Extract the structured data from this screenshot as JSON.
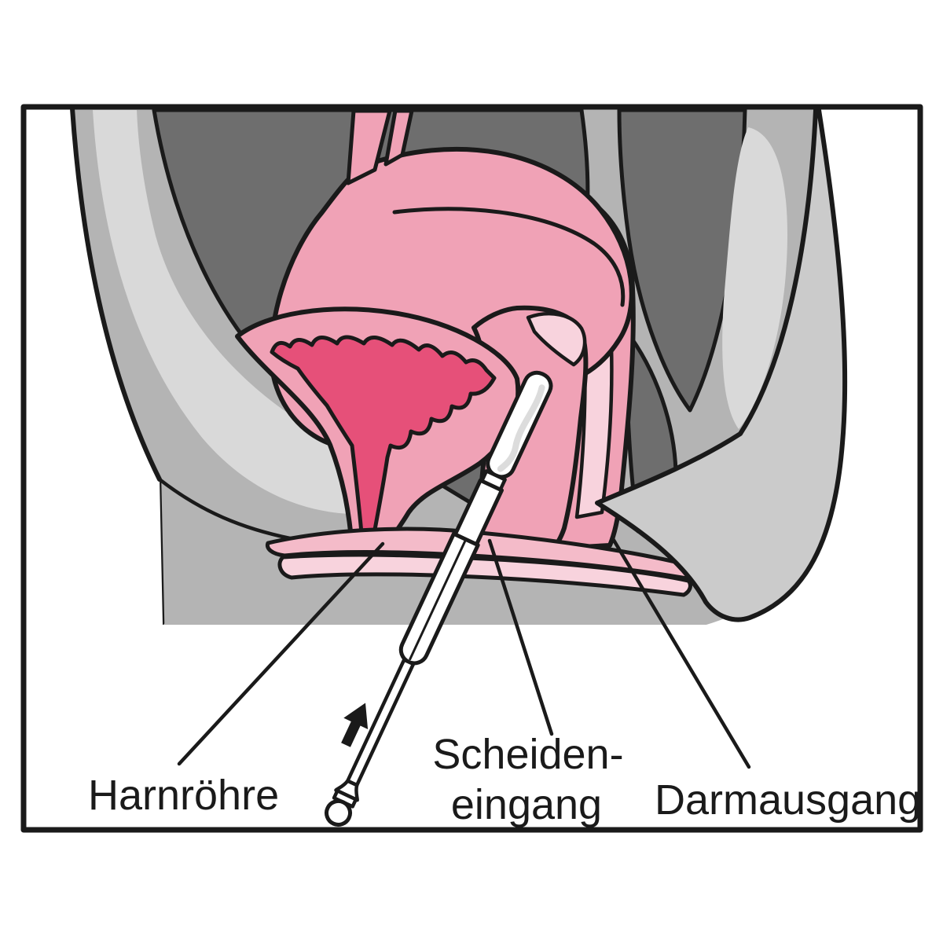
{
  "figure": {
    "kind": "anatomical cross-section diagram with tampon applicator"
  },
  "labels": {
    "urethra": "Harnröhre",
    "vaginal_entrance_line1": "Scheiden-",
    "vaginal_entrance_line2": "eingang",
    "anus": "Darmausgang"
  },
  "icons": {
    "insertion_arrow": "up-right-arrow"
  },
  "colors": {
    "background": "#ffffff",
    "outline": "#1a1a1a",
    "body_gray": "#b4b4b4",
    "cavity_dark_gray": "#6e6e6e",
    "highlight_gray": "#d9d9d9",
    "buttock_gray": "#cbcbcb",
    "organ_pink": "#f0a2b6",
    "labia_pink": "#f4bbc9",
    "pale_pink": "#f8d3dd",
    "mucosa_deep_pink": "#e65079",
    "device_white": "#ffffff"
  }
}
